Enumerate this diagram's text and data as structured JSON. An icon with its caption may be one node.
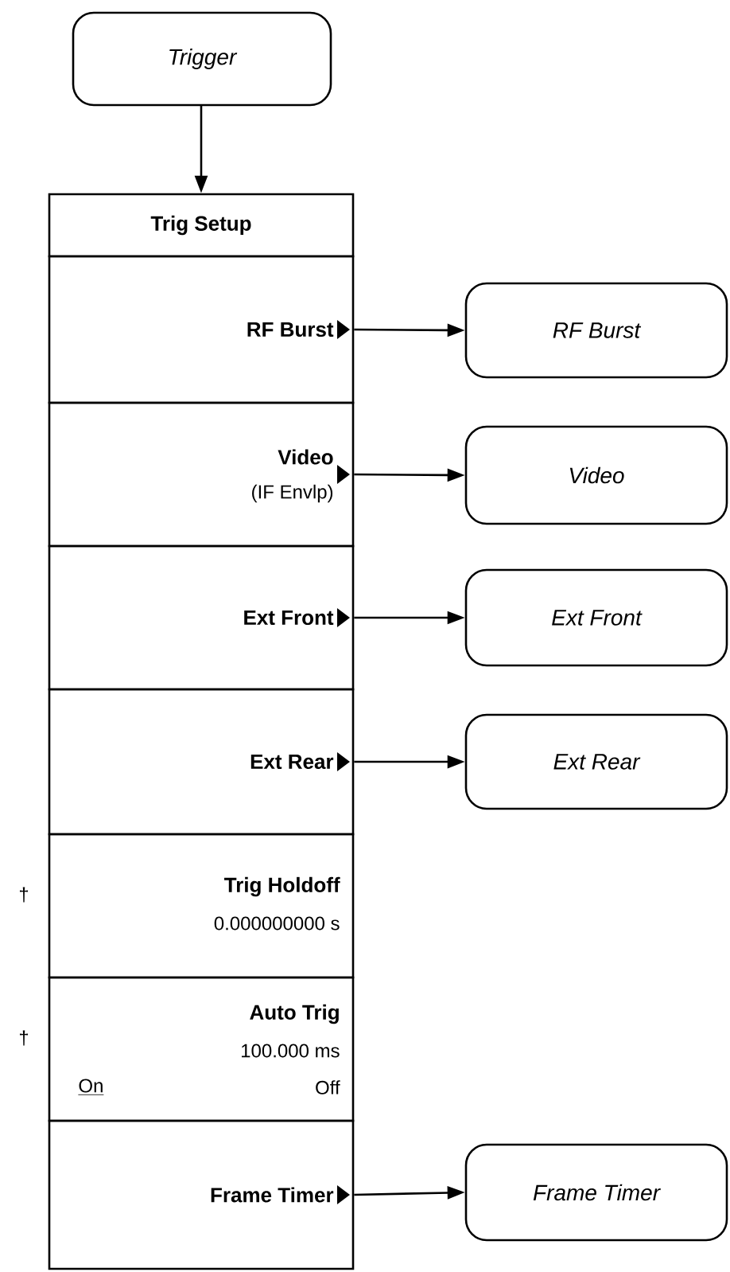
{
  "diagram": {
    "nodes": [
      {
        "text": [
          "Trigger"
        ]
      },
      {
        "text": [
          "Trig Setup"
        ]
      },
      {
        "text": [
          "RF Burst"
        ]
      },
      {
        "text": [
          "Video",
          "(IF Envlp)"
        ]
      },
      {
        "text": [
          "Ext Front"
        ]
      },
      {
        "text": [
          "Ext Rear"
        ]
      },
      {
        "text": [
          "Trig Holdoff",
          "0.000000000  s"
        ],
        "beside": [
          "†"
        ]
      },
      {
        "text": [
          "Auto Trig",
          "100.000 ms",
          "On",
          "Off"
        ],
        "beside": [
          "†"
        ]
      },
      {
        "text": [
          "Frame Timer"
        ]
      },
      {
        "text": [
          "RF Burst"
        ]
      },
      {
        "text": [
          "Video"
        ]
      },
      {
        "text": [
          "Ext Front"
        ]
      },
      {
        "text": [
          "Ext Rear"
        ]
      },
      {
        "text": [
          "Frame Timer"
        ]
      }
    ],
    "edges": [
      {
        "from": 0,
        "to": 1,
        "arrow": "to"
      },
      {
        "from": 2,
        "to": 9,
        "arrow": "to"
      },
      {
        "from": 3,
        "to": 10,
        "arrow": "to"
      },
      {
        "from": 4,
        "to": 11,
        "arrow": "to"
      },
      {
        "from": 5,
        "to": 12,
        "arrow": "to"
      },
      {
        "from": 8,
        "to": 13,
        "arrow": "to"
      }
    ]
  }
}
